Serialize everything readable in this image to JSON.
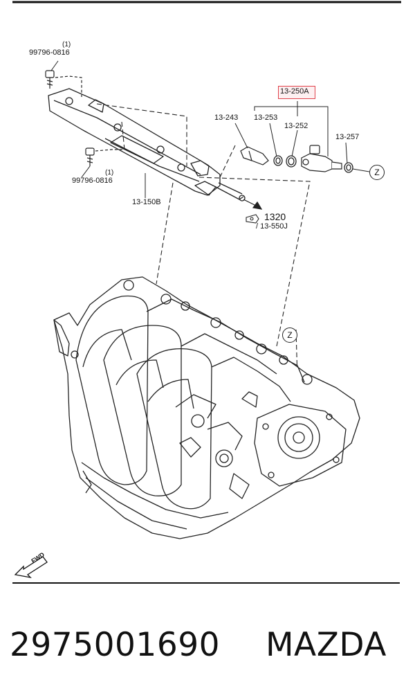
{
  "callouts": {
    "bolt_top": {
      "qty": "(1)",
      "code": "99796-0816"
    },
    "bolt_bottom": {
      "qty": "(1)",
      "code": "99796-0816"
    },
    "fuel_rail": "13-150B",
    "clip": "13-243",
    "o_ring": "13-253",
    "injector_assy": "13-250A",
    "seal": "13-252",
    "insulator": "13-257",
    "ref_group": "1320",
    "ref_sub": "/ 13-550J",
    "ref_z_top": "Z",
    "ref_z_bottom": "Z"
  },
  "fwd_marker": "FWD",
  "footer": {
    "part_number": "2975001690",
    "brand": "MAZDA"
  },
  "colors": {
    "highlight": "#e0404a",
    "line": "#222222"
  }
}
